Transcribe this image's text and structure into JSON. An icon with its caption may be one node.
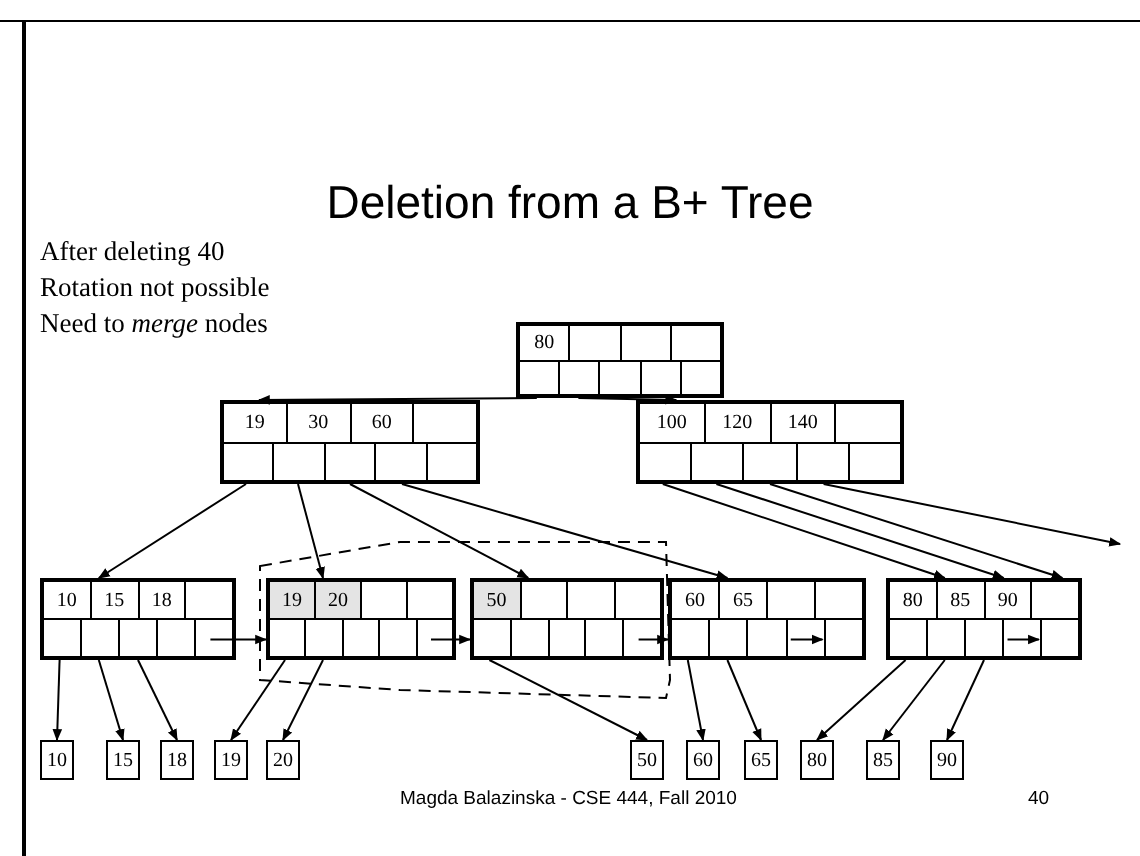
{
  "diagram": {
    "title": "Deletion from a B+ Tree",
    "nodes": [
      {
        "text": [
          "80"
        ]
      },
      {
        "text": [
          "19",
          "30",
          "60"
        ]
      },
      {
        "text": [
          "100",
          "120",
          "140"
        ]
      },
      {
        "text": [
          "10",
          "15",
          "18"
        ]
      },
      {
        "text": [
          "19",
          "20"
        ]
      },
      {
        "text": [
          "50"
        ]
      },
      {
        "text": [
          "60",
          "65"
        ]
      },
      {
        "text": [
          "80",
          "85",
          "90"
        ]
      },
      {
        "text": [
          "10"
        ]
      },
      {
        "text": [
          "15"
        ]
      },
      {
        "text": [
          "18"
        ]
      },
      {
        "text": [
          "19"
        ]
      },
      {
        "text": [
          "20"
        ]
      },
      {
        "text": [
          "50"
        ]
      },
      {
        "text": [
          "60"
        ]
      },
      {
        "text": [
          "65"
        ]
      },
      {
        "text": [
          "80"
        ]
      },
      {
        "text": [
          "85"
        ]
      },
      {
        "text": [
          "90"
        ]
      }
    ],
    "edges": [
      {
        "from": 0,
        "to": 1,
        "arrow": "to"
      },
      {
        "from": 0,
        "to": 2,
        "arrow": "to"
      },
      {
        "from": 1,
        "to": 3,
        "arrow": "to"
      },
      {
        "from": 1,
        "to": 4,
        "arrow": "to"
      },
      {
        "from": 1,
        "to": 5,
        "arrow": "to"
      },
      {
        "from": 1,
        "to": 6,
        "arrow": "to"
      },
      {
        "from": 2,
        "to": 7,
        "arrow": "to"
      },
      {
        "from": 2,
        "to": 7,
        "arrow": "to"
      },
      {
        "from": 2,
        "to": 7,
        "arrow": "to"
      },
      {
        "from": 2,
        "to": null,
        "arrow": "to"
      },
      {
        "from": 3,
        "to": 4,
        "arrow": "to"
      },
      {
        "from": 4,
        "to": 5,
        "arrow": "to"
      },
      {
        "from": 5,
        "to": 6,
        "arrow": "to"
      },
      {
        "from": null,
        "to": 6,
        "arrow": "to"
      },
      {
        "from": null,
        "to": 7,
        "arrow": "to"
      },
      {
        "from": 3,
        "to": 8,
        "arrow": "to"
      },
      {
        "from": 3,
        "to": 9,
        "arrow": "to"
      },
      {
        "from": 3,
        "to": 10,
        "arrow": "to"
      },
      {
        "from": 4,
        "to": 11,
        "arrow": "to"
      },
      {
        "from": 4,
        "to": 12,
        "arrow": "to"
      },
      {
        "from": 5,
        "to": 13,
        "arrow": "to"
      },
      {
        "from": 6,
        "to": 14,
        "arrow": "to"
      },
      {
        "from": 6,
        "to": 15,
        "arrow": "to"
      },
      {
        "from": 7,
        "to": 16,
        "arrow": "to"
      },
      {
        "from": 7,
        "to": 17,
        "arrow": "to"
      },
      {
        "from": 7,
        "to": 18,
        "arrow": "to"
      }
    ],
    "labels": [
      "After deleting 40",
      "Rotation not possible",
      "Need to *merge* nodes",
      "Magda Balazinska - CSE 444, Fall 2010",
      "40"
    ]
  }
}
